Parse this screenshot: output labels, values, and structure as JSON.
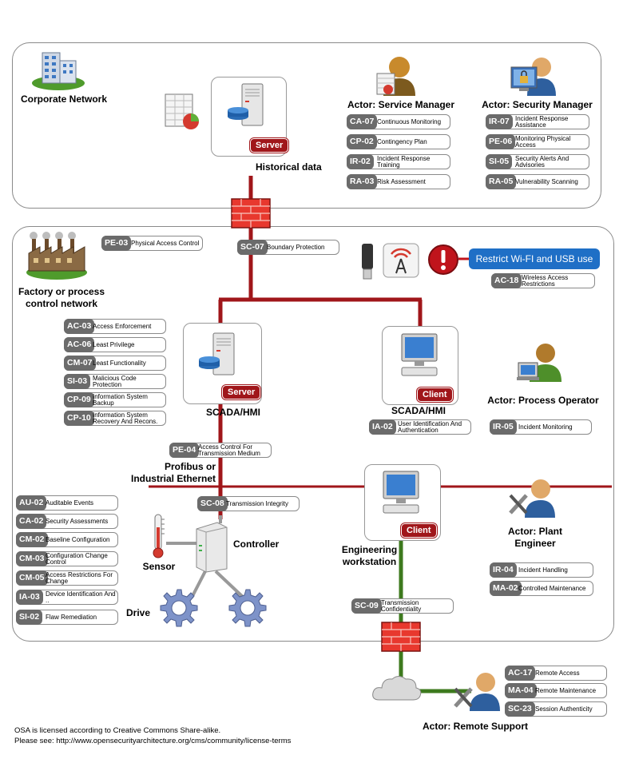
{
  "zones": {
    "corporate": {
      "label": "Corporate Network"
    },
    "factory": {
      "label": "Factory or process control network"
    }
  },
  "devices": {
    "historical_server": {
      "tag": "Server",
      "caption": "Historical data"
    },
    "scada_server": {
      "tag": "Server",
      "caption": "SCADA/HMI"
    },
    "scada_client": {
      "tag": "Client",
      "caption": "SCADA/HMI"
    },
    "eng_client": {
      "tag": "Client",
      "caption": "Engineering workstation"
    },
    "controller": {
      "caption": "Controller"
    },
    "sensor": {
      "caption": "Sensor"
    },
    "drive": {
      "caption": "Drive"
    },
    "network": {
      "caption": "Profibus or Industrial Ethernet"
    }
  },
  "actors": {
    "service_manager": "Actor: Service Manager",
    "security_manager": "Actor: Security Manager",
    "process_operator": "Actor: Process Operator",
    "plant_engineer": "Actor: Plant Engineer",
    "remote_support": "Actor: Remote Support"
  },
  "restrict_label": "Restrict Wi-FI and USB use",
  "controls": {
    "service_manager": [
      {
        "code": "CA-07",
        "desc": "Continuous Monitoring"
      },
      {
        "code": "CP-02",
        "desc": "Contingency Plan"
      },
      {
        "code": "IR-02",
        "desc": "Incident Response Training"
      },
      {
        "code": "RA-03",
        "desc": "Risk Assessment"
      }
    ],
    "security_manager": [
      {
        "code": "IR-07",
        "desc": "Incident Response Assistance"
      },
      {
        "code": "PE-06",
        "desc": "Monitoring Physical Access"
      },
      {
        "code": "SI-05",
        "desc": "Security Alerts And Advisories"
      },
      {
        "code": "RA-05",
        "desc": "Vulnerability Scanning"
      }
    ],
    "pe03": {
      "code": "PE-03",
      "desc": "Physical Access Control"
    },
    "sc07": {
      "code": "SC-07",
      "desc": "Boundary Protection"
    },
    "ac18": {
      "code": "AC-18",
      "desc": "Wireless Access Restrictions"
    },
    "scada": [
      {
        "code": "AC-03",
        "desc": "Access Enforcement"
      },
      {
        "code": "AC-06",
        "desc": "Least Privilege"
      },
      {
        "code": "CM-07",
        "desc": "Least Functionality"
      },
      {
        "code": "SI-03",
        "desc": "Malicious Code Protection"
      },
      {
        "code": "CP-09",
        "desc": "Information System Backup"
      },
      {
        "code": "CP-10",
        "desc": "Information System Recovery And Recons."
      }
    ],
    "pe04": {
      "code": "PE-04",
      "desc": "Access Control For Transmission Medium"
    },
    "ia02": {
      "code": "IA-02",
      "desc": "User Identification And Authentication"
    },
    "ir05": {
      "code": "IR-05",
      "desc": "Incident Monitoring"
    },
    "sc08": {
      "code": "SC-08",
      "desc": "Transmission Integrity"
    },
    "controller": [
      {
        "code": "AU-02",
        "desc": "Auditable Events"
      },
      {
        "code": "CA-02",
        "desc": "Security Assessments"
      },
      {
        "code": "CM-02",
        "desc": "Baseline Configuration"
      },
      {
        "code": "CM-03",
        "desc": "Configuration Change Control"
      },
      {
        "code": "CM-05",
        "desc": "Access Restrictions For Change"
      },
      {
        "code": "IA-03",
        "desc": "Device Identification And .."
      },
      {
        "code": "SI-02",
        "desc": "Flaw Remediation"
      }
    ],
    "plant_engineer": [
      {
        "code": "IR-04",
        "desc": "Incident Handling"
      },
      {
        "code": "MA-02",
        "desc": "Controlled Maintenance"
      }
    ],
    "sc09": {
      "code": "SC-09",
      "desc": "Transmission Confidentiality"
    },
    "remote": [
      {
        "code": "AC-17",
        "desc": "Remote Access"
      },
      {
        "code": "MA-04",
        "desc": "Remote Maintenance"
      },
      {
        "code": "SC-23",
        "desc": "Session Authenticity"
      }
    ]
  },
  "footer": {
    "line1": "OSA is licensed according to Creative Commons Share-alike.",
    "line2": "Please see: http://www.opensecurityarchitecture.org/cms/community/license-terms"
  },
  "colors": {
    "network_red": "#a0161a",
    "remote_green": "#3d7a1e",
    "badge_gray": "#6b6b6b",
    "restrict_blue": "#1f6fc6"
  }
}
